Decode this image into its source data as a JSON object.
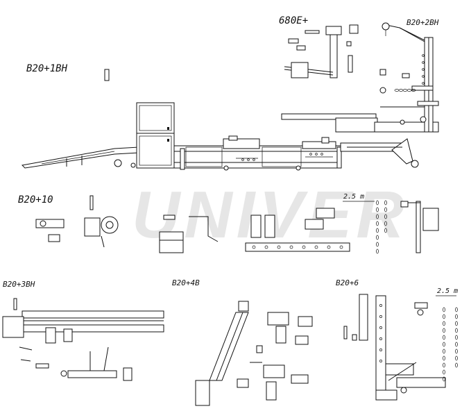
{
  "watermark": {
    "text": "UNIVER"
  },
  "labels": {
    "b20_1bh": "B20+1BH",
    "e680": "680E+",
    "b20_2bh": "B20+2BH",
    "b20_10": "B20+10",
    "b20_3bh": "B20+3BH",
    "b20_4b": "B20+4B",
    "b20_6": "B20+6",
    "chain_a": "2.5 m",
    "chain_b": "2.5 m"
  }
}
